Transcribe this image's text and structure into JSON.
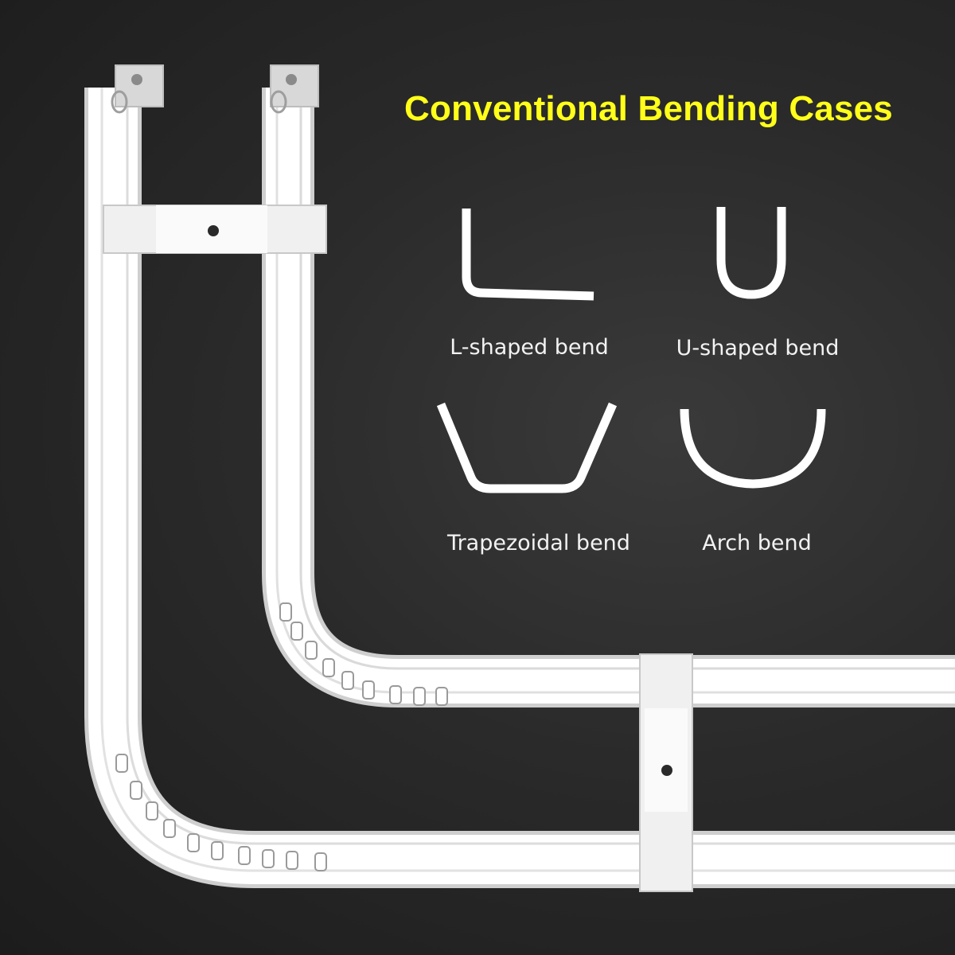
{
  "title": "Conventional Bending Cases",
  "bends": [
    {
      "label": "L-shaped bend",
      "icon": "l-shaped-bend-icon"
    },
    {
      "label": "U-shaped bend",
      "icon": "u-shaped-bend-icon"
    },
    {
      "label": "Trapezoidal bend",
      "icon": "trapezoidal-bend-icon"
    },
    {
      "label": "Arch bend",
      "icon": "arch-bend-icon"
    }
  ],
  "colors": {
    "title": "#ffff1a",
    "label": "#f2f2f2",
    "rail": "#ffffff",
    "background": "#2a2a2a"
  }
}
